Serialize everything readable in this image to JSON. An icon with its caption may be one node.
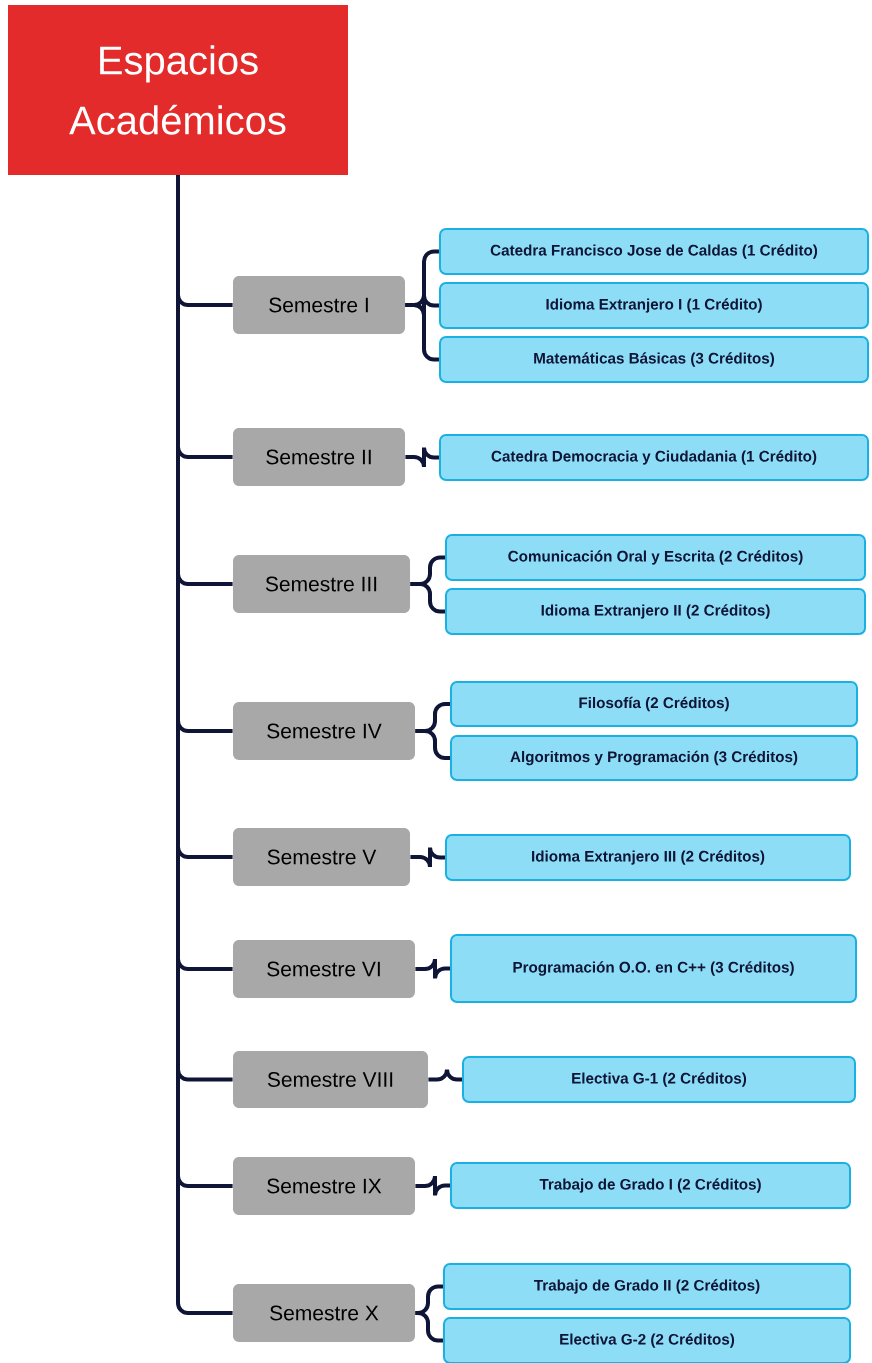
{
  "diagram": {
    "nodes": [
      {
        "text": [
          "Espacios Académicos"
        ]
      },
      {
        "text": [
          "Semestre I"
        ]
      },
      {
        "text": [
          "Catedra Francisco Jose de Caldas (1 Crédito)"
        ]
      },
      {
        "text": [
          "Idioma Extranjero I (1 Crédito)"
        ]
      },
      {
        "text": [
          "Matemáticas Básicas (3 Créditos)"
        ]
      },
      {
        "text": [
          "Semestre II"
        ]
      },
      {
        "text": [
          "Catedra Democracia y Ciudadania (1 Crédito)"
        ]
      },
      {
        "text": [
          "Semestre III"
        ]
      },
      {
        "text": [
          "Comunicación Oral y Escrita (2 Créditos)"
        ]
      },
      {
        "text": [
          "Idioma Extranjero II (2 Créditos)"
        ]
      },
      {
        "text": [
          "Semestre IV"
        ]
      },
      {
        "text": [
          "Filosofía (2 Créditos)"
        ]
      },
      {
        "text": [
          "Algoritmos y Programación (3 Créditos)"
        ]
      },
      {
        "text": [
          "Semestre V"
        ]
      },
      {
        "text": [
          "Idioma Extranjero III (2 Créditos)"
        ]
      },
      {
        "text": [
          "Semestre VI"
        ]
      },
      {
        "text": [
          "Programación O.O. en C++ (3 Créditos)"
        ]
      },
      {
        "text": [
          "Semestre VIII"
        ]
      },
      {
        "text": [
          "Electiva G-1 (2 Créditos)"
        ]
      },
      {
        "text": [
          "Semestre IX"
        ]
      },
      {
        "text": [
          "Trabajo de Grado I (2 Créditos)"
        ]
      },
      {
        "text": [
          "Semestre X"
        ]
      },
      {
        "text": [
          "Trabajo de Grado II (2 Créditos)"
        ]
      },
      {
        "text": [
          "Electiva G-2 (2 Créditos)"
        ]
      }
    ],
    "edges": [
      {
        "from": 0,
        "to": 1,
        "arrow": "none"
      },
      {
        "from": 0,
        "to": 5,
        "arrow": "none"
      },
      {
        "from": 0,
        "to": 7,
        "arrow": "none"
      },
      {
        "from": 0,
        "to": 10,
        "arrow": "none"
      },
      {
        "from": 0,
        "to": 13,
        "arrow": "none"
      },
      {
        "from": 0,
        "to": 15,
        "arrow": "none"
      },
      {
        "from": 0,
        "to": 17,
        "arrow": "none"
      },
      {
        "from": 0,
        "to": 19,
        "arrow": "none"
      },
      {
        "from": 0,
        "to": 21,
        "arrow": "none"
      },
      {
        "from": 1,
        "to": 2,
        "arrow": "none"
      },
      {
        "from": 1,
        "to": 3,
        "arrow": "none"
      },
      {
        "from": 1,
        "to": 4,
        "arrow": "none"
      },
      {
        "from": 5,
        "to": 6,
        "arrow": "none"
      },
      {
        "from": 7,
        "to": 8,
        "arrow": "none"
      },
      {
        "from": 7,
        "to": 9,
        "arrow": "none"
      },
      {
        "from": 10,
        "to": 11,
        "arrow": "none"
      },
      {
        "from": 10,
        "to": 12,
        "arrow": "none"
      },
      {
        "from": 13,
        "to": 14,
        "arrow": "none"
      },
      {
        "from": 15,
        "to": 16,
        "arrow": "none"
      },
      {
        "from": 17,
        "to": 18,
        "arrow": "none"
      },
      {
        "from": 19,
        "to": 20,
        "arrow": "none"
      },
      {
        "from": 21,
        "to": 22,
        "arrow": "none"
      },
      {
        "from": 21,
        "to": 23,
        "arrow": "none"
      }
    ]
  }
}
